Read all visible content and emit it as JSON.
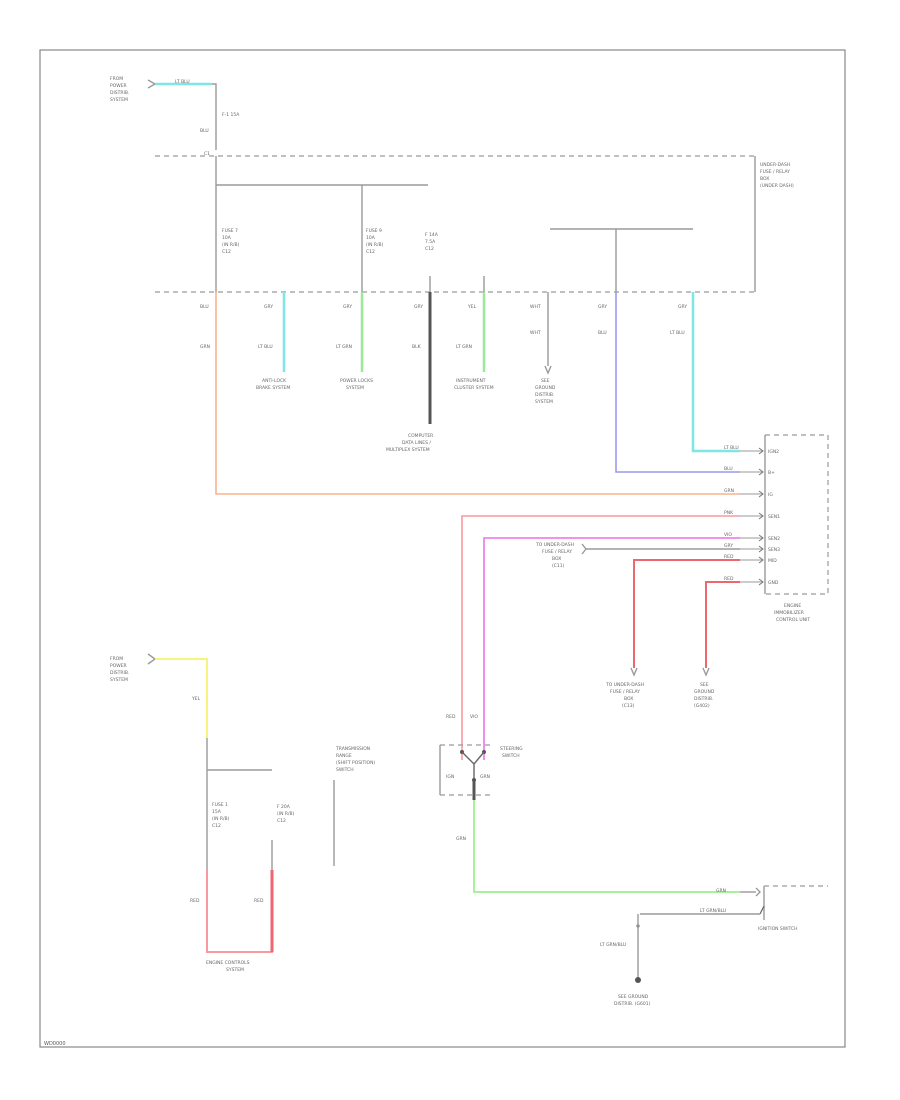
{
  "page_code": "WD0000",
  "colors": {
    "light_blue": "#7fe6e6",
    "green": "#9be89b",
    "dark_gray": "#555555",
    "orange": "#f9b48f",
    "blue": "#9a9aef",
    "pink": "#f79aa0",
    "red": "#ee6670",
    "magenta": "#ef83ef",
    "yellow": "#f6f47c",
    "lime": "#9ff08c",
    "wire_gray": "#9a9a9a"
  },
  "labels": {
    "top_source": [
      "FROM",
      "POWER",
      "DISTRIB.",
      "SYSTEM"
    ],
    "top_wire_color": "LT BLU",
    "top_fuse": "F-1 15A",
    "top_wire_blu": "BLU",
    "connector_ref": "C1",
    "relay_box": [
      "UNDER-DASH",
      "FUSE / RELAY",
      "BOX",
      "(UNDER DASH)"
    ],
    "fuse_a": [
      "FUSE 7",
      "10A",
      "(IN R/B)",
      "C12"
    ],
    "fuse_b": [
      "FUSE 9",
      "10A",
      "(IN R/B)",
      "C12"
    ],
    "fuse_c": [
      "F 14A",
      "7.5A",
      "C12"
    ],
    "pin_labels": [
      "BLU",
      "GRY",
      "GRY",
      "GRY",
      "YEL",
      "WHT",
      "GRY",
      "GRY"
    ],
    "wire_orange": "GRN",
    "wire_lb1": "LT BLU",
    "wire_gr1": "LT GRN",
    "wire_dk": "BLK",
    "wire_gr2": "LT GRN",
    "wire_wht": "WHT",
    "wire_blu": "BLU",
    "wire_lb2": "LT BLU",
    "dest_1": [
      "ANTI-LOCK",
      "BRAKE SYSTEM"
    ],
    "dest_2": [
      "POWER LOCKS",
      "SYSTEM"
    ],
    "dest_3": [
      "COMPUTER",
      "DATA LINES /",
      "MULTIPLEX SYSTEM"
    ],
    "dest_4": [
      "INSTRUMENT",
      "CLUSTER SYSTEM"
    ],
    "dest_5": [
      "SEE",
      "GROUND",
      "DISTRIB.",
      "SYSTEM"
    ],
    "module_pins": [
      "IGN2",
      "B+",
      "IG",
      "SEN1",
      "SEN2",
      "SEN3",
      "MID",
      "GND"
    ],
    "module_wires": [
      "LT BLU",
      "BLU",
      "GRN",
      "PNK",
      "VIO",
      "GRY",
      "RED",
      "RED"
    ],
    "module_name": [
      "ENGINE",
      "IMMOBILIZER",
      "CONTROL UNIT"
    ],
    "relay_ref": [
      "TO UNDER-DASH",
      "FUSE / RELAY",
      "BOX",
      "(C11)"
    ],
    "bottom_right_a": [
      "TO UNDER-DASH",
      "FUSE / RELAY",
      "BOX",
      "(C13)"
    ],
    "bottom_right_b": [
      "SEE",
      "GROUND",
      "DISTRIB.",
      "(G402)"
    ],
    "left_source": [
      "FROM",
      "POWER",
      "DISTRIB.",
      "SYSTEM"
    ],
    "left_wire": "YEL",
    "fuse_d": [
      "FUSE 1",
      "15A",
      "(IN R/B)",
      "C12"
    ],
    "fuse_e": [
      "F 20A",
      "(IN R/B)",
      "C12"
    ],
    "left_red_1": "RED",
    "left_red_2": "RED",
    "left_dest": [
      "ENGINE CONTROLS",
      "SYSTEM"
    ],
    "switch_wires": [
      "RED",
      "VIO"
    ],
    "note": [
      "TRANSMISSION",
      "RANGE",
      "(SHIFT POSITION)",
      "SWITCH"
    ],
    "switch_name": [
      "STEERING",
      "SWITCH"
    ],
    "switch_pins": [
      "IGN",
      "GRN"
    ],
    "sw_bottom_wire": "GRN",
    "ign_wire": "GRN",
    "ign_connector": "LT GRN/BLU",
    "ign_name": "IGNITION SWITCH",
    "bottom_wire": "LT GRN/BLU",
    "bottom_dest": [
      "SEE GROUND",
      "DISTRIB. (G601)"
    ]
  }
}
